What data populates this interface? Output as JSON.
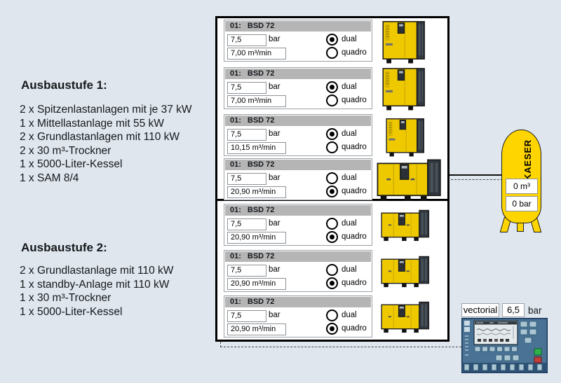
{
  "colors": {
    "background": "#dfe6ed",
    "kaeser_yellow": "#ffd500",
    "compressor_yellow": "#eec900",
    "unit_header_gray": "#b5b5b5",
    "controller_blue": "#4a7295",
    "start_green": "#2fb24b",
    "stop_red": "#c13f3b"
  },
  "stage1": {
    "title": "Ausbaustufe 1:",
    "items": [
      "2 x Spitzenlastanlagen mit je 37 kW",
      "1 x Mittellastanlage mit 55 kW",
      "2 x Grundlastanlagen mit 110 kW",
      "2 x 30 m³-Trockner",
      "1 x 5000-Liter-Kessel",
      "1 x SAM 8/4"
    ]
  },
  "stage2": {
    "title": "Ausbaustufe 2:",
    "items": [
      "2 x Grundlastanlage mit 110 kW",
      "1 x standby-Anlage mit 110 kW",
      "1 x 30 m³-Trockner",
      "1 x 5000-Liter-Kessel"
    ]
  },
  "labels": {
    "bar": "bar",
    "dual": "dual",
    "quadro": "quadro"
  },
  "units": [
    {
      "id": "01:",
      "model": "BSD 72",
      "pressure": "7,5",
      "flow": "7,00 m³/min",
      "mode": "dual"
    },
    {
      "id": "01:",
      "model": "BSD 72",
      "pressure": "7,5",
      "flow": "7,00 m³/min",
      "mode": "dual"
    },
    {
      "id": "01:",
      "model": "BSD 72",
      "pressure": "7,5",
      "flow": "10,15 m³/min",
      "mode": "dual"
    },
    {
      "id": "01:",
      "model": "BSD 72",
      "pressure": "7,5",
      "flow": "20,90 m³/min",
      "mode": "quadro"
    },
    {
      "id": "01:",
      "model": "BSD 72",
      "pressure": "7,5",
      "flow": "20,90 m³/min",
      "mode": "quadro"
    },
    {
      "id": "01:",
      "model": "BSD 72",
      "pressure": "7,5",
      "flow": "20,90 m³/min",
      "mode": "quadro"
    },
    {
      "id": "01:",
      "model": "BSD 72",
      "pressure": "7,5",
      "flow": "20,90 m³/min",
      "mode": "quadro"
    }
  ],
  "tank": {
    "brand": "KAESER",
    "volume": "0 m³",
    "pressure": "0 bar"
  },
  "controller": {
    "mode": "vectorial",
    "pressure": "6,5",
    "unit": "bar"
  }
}
